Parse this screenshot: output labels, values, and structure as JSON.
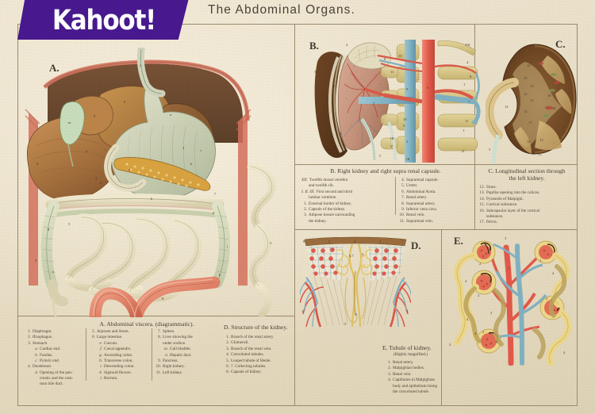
{
  "brand": {
    "logo_text": "Kahoot!",
    "logo_color": "#46178f"
  },
  "page": {
    "title": "The Abdominal Organs.",
    "paper_color": "#e9dfc8",
    "ink_color": "#4a3e2e"
  },
  "sections": {
    "a": {
      "letter": "A.",
      "caption": "A. Abdominal viscera.  (diagrammatic).",
      "columns": [
        {
          "items": [
            {
              "n": "1.",
              "label": "Diaphragm."
            },
            {
              "n": "2.",
              "label": "Œsophagus."
            },
            {
              "n": "3.",
              "label": "Stomach"
            },
            {
              "n": "a.",
              "label": "Cardiac end.",
              "sub": true
            },
            {
              "n": "b.",
              "label": "Fundus.",
              "sub": true
            },
            {
              "n": "c.",
              "label": "Pyloric end.",
              "sub": true
            },
            {
              "n": "4.",
              "label": "Duodenum"
            },
            {
              "n": "d.",
              "label": "Opening of the pan-",
              "sub": true
            },
            {
              "n": "",
              "label": "creatic and the com-",
              "sub": true
            },
            {
              "n": "",
              "label": "mon bile duct.",
              "sub": true
            }
          ]
        },
        {
          "items": [
            {
              "n": "5.",
              "label": "Jejunum and ileum."
            },
            {
              "n": "6.",
              "label": "Large intestine."
            },
            {
              "n": "e.",
              "label": "Cæcum.",
              "sub": true
            },
            {
              "n": "f.",
              "label": "Cæcal appendix.",
              "sub": true
            },
            {
              "n": "g.",
              "label": "Ascending colon.",
              "sub": true
            },
            {
              "n": "h.",
              "label": "Transverse colon.",
              "sub": true
            },
            {
              "n": "i.",
              "label": "Descending colon.",
              "sub": true
            },
            {
              "n": "k.",
              "label": "Sigmoid flexure.",
              "sub": true
            },
            {
              "n": "l.",
              "label": "Rectum.",
              "sub": true
            }
          ]
        },
        {
          "items": [
            {
              "n": "7.",
              "label": "Spleen."
            },
            {
              "n": "8.",
              "label": "Liver showing the"
            },
            {
              "n": "",
              "label": "under surface."
            },
            {
              "n": "m.",
              "label": "Gall bladder.",
              "sub": true
            },
            {
              "n": "n.",
              "label": "Hepatic duct.",
              "sub": true
            },
            {
              "n": "9.",
              "label": "Pancreas."
            },
            {
              "n": "10.",
              "label": "Right kidney."
            },
            {
              "n": "11.",
              "label": "Left kidney."
            }
          ]
        }
      ]
    },
    "b": {
      "letter": "B.",
      "caption": "B. Right kidney and right supra renal capsule.",
      "columns": [
        {
          "items": [
            {
              "n": "XII.",
              "label": "Twelfth dorsal vertebra",
              "roman": true
            },
            {
              "n": "",
              "label": "and twelfth rib."
            },
            {
              "n": "I. II. III.",
              "label": "First second and third",
              "roman": true
            },
            {
              "n": "",
              "label": "lumbar vertebræ."
            },
            {
              "n": "1.",
              "label": "External border of kidney."
            },
            {
              "n": "2.",
              "label": "Capsule of the kidney."
            },
            {
              "n": "3.",
              "label": "Adipose tissure surrounding"
            },
            {
              "n": "",
              "label": "the kidney."
            }
          ]
        },
        {
          "items": [
            {
              "n": "4.",
              "label": "Suprarenal capsule."
            },
            {
              "n": "5.",
              "label": "Ureter."
            },
            {
              "n": "6.",
              "label": "Abdominal Aorta."
            },
            {
              "n": "7.",
              "label": "Renal artery."
            },
            {
              "n": "8.",
              "label": "Suprarenal artery."
            },
            {
              "n": "9.",
              "label": "Inferior vena cava."
            },
            {
              "n": "10.",
              "label": "Renal vein."
            },
            {
              "n": "11.",
              "label": "Suprarenal vein."
            }
          ]
        }
      ]
    },
    "c": {
      "letter": "C.",
      "caption_line1": "C. Longitudinal section through",
      "caption_line2": "the left kidney.",
      "items": [
        {
          "n": "12.",
          "label": "Sinus."
        },
        {
          "n": "13.",
          "label": "Papillæ opening into the calices."
        },
        {
          "n": "14.",
          "label": "Pyramids of Malpighi."
        },
        {
          "n": "15.",
          "label": "Cortical substance."
        },
        {
          "n": "16.",
          "label": "Subcapsular layer of the cortical"
        },
        {
          "n": "",
          "label": "substance."
        },
        {
          "n": "17.",
          "label": "Pelvis."
        }
      ]
    },
    "d": {
      "letter": "D.",
      "caption": "D. Structure of the kidney.",
      "items": [
        {
          "n": "1.",
          "label": "Branch of the renal artery."
        },
        {
          "n": "2.",
          "label": "Glomeruli."
        },
        {
          "n": "3.",
          "label": "Branch of the renal vein."
        },
        {
          "n": "4.",
          "label": "Convoluted tubules."
        },
        {
          "n": "5.",
          "label": "Looped tubule of Henle."
        },
        {
          "n": "6.",
          "label": "7. Collecting tubules."
        },
        {
          "n": "8.",
          "label": "Capsule of kidney."
        }
      ]
    },
    "e": {
      "letter": "E.",
      "caption": "E. Tubule of kidney.",
      "subcaption": "(Highly magnified.)",
      "items": [
        {
          "n": "1.",
          "label": "Renal artery."
        },
        {
          "n": "2.",
          "label": "Malpighian bodies."
        },
        {
          "n": "3.",
          "label": "Renal vein."
        },
        {
          "n": "4.",
          "label": "Capillaries in Malpighian"
        },
        {
          "n": "",
          "label": "body and epithelium lining"
        },
        {
          "n": "",
          "label": "the convoluted tubule."
        }
      ]
    }
  },
  "figure_labels": {
    "a": [
      "1",
      "2",
      "3",
      "4",
      "5",
      "6",
      "7",
      "8",
      "9",
      "10",
      "11",
      "a",
      "b",
      "c",
      "d",
      "e",
      "f",
      "g",
      "h",
      "i",
      "k",
      "l",
      "m",
      "n"
    ],
    "b": [
      "XII",
      "I",
      "II",
      "III",
      "1",
      "2",
      "3",
      "4",
      "5",
      "6",
      "7",
      "8",
      "9",
      "10",
      "11"
    ],
    "c": [
      "12",
      "13",
      "14",
      "15",
      "16",
      "17"
    ],
    "d": [
      "1",
      "2",
      "3",
      "4",
      "5",
      "6",
      "7",
      "8"
    ],
    "e": [
      "1",
      "2",
      "3",
      "4"
    ]
  },
  "palette": {
    "artery_red": "#e2584a",
    "vein_blue": "#7fb4c4",
    "liver_brown": "#b07f4a",
    "stomach_grey": "#cfd3bb",
    "intestine_cream": "#e3dcc0",
    "kidney_pink": "#c99a84",
    "bone_yellow": "#ddcf91",
    "tubule_yellow": "#e8cf7e",
    "rectum_salmon": "#e08a72"
  }
}
